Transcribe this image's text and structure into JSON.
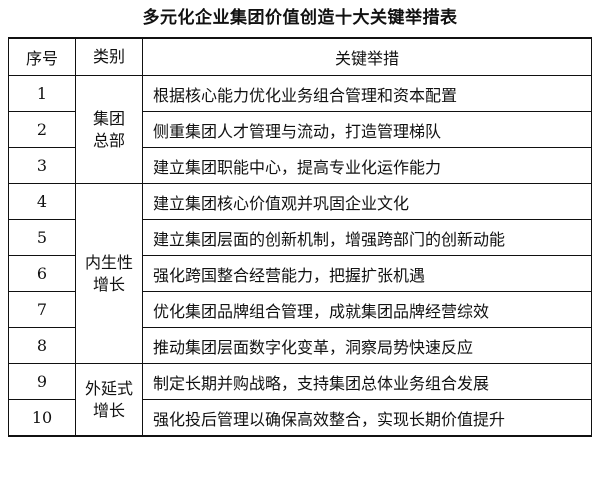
{
  "title": "多元化企业集团价值创造十大关键举措表",
  "headers": {
    "seq": "序号",
    "category": "类别",
    "action": "关键举措"
  },
  "groups": [
    {
      "category_lines": [
        "集团",
        "总部"
      ],
      "rows": [
        {
          "seq": "1",
          "action": "根据核心能力优化业务组合管理和资本配置"
        },
        {
          "seq": "2",
          "action": "侧重集团人才管理与流动，打造管理梯队"
        },
        {
          "seq": "3",
          "action": "建立集团职能中心，提高专业化运作能力"
        }
      ]
    },
    {
      "category_lines": [
        "内生性",
        "增长"
      ],
      "rows": [
        {
          "seq": "4",
          "action": "建立集团核心价值观并巩固企业文化"
        },
        {
          "seq": "5",
          "action": "建立集团层面的创新机制，增强跨部门的创新动能"
        },
        {
          "seq": "6",
          "action": "强化跨国整合经营能力，把握扩张机遇"
        },
        {
          "seq": "7",
          "action": "优化集团品牌组合管理，成就集团品牌经营综效"
        },
        {
          "seq": "8",
          "action": "推动集团层面数字化变革，洞察局势快速反应"
        }
      ]
    },
    {
      "category_lines": [
        "外延式",
        "增长"
      ],
      "rows": [
        {
          "seq": "9",
          "action": "制定长期并购战略，支持集团总体业务组合发展"
        },
        {
          "seq": "10",
          "action": "强化投后管理以确保高效整合，实现长期价值提升"
        }
      ]
    }
  ]
}
